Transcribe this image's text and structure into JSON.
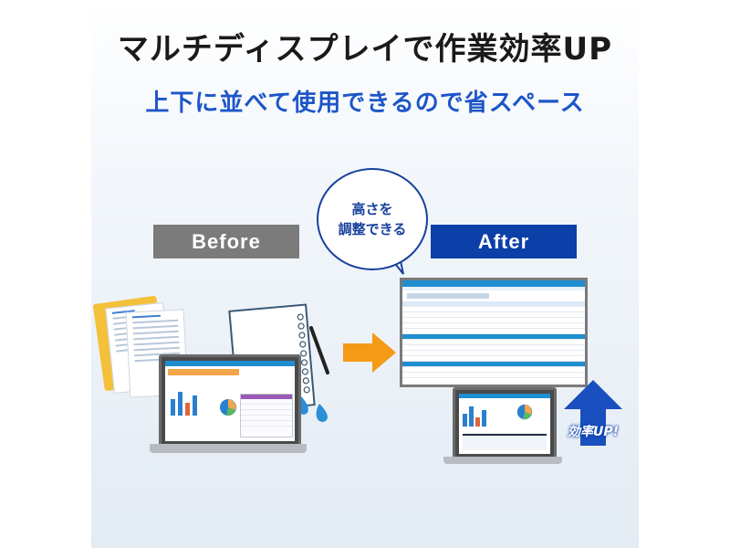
{
  "headline": "マルチディスプレイで作業効率UP",
  "subheadline": "上下に並べて使用できるので省スペース",
  "before_label": "Before",
  "after_label": "After",
  "bubble_line1": "高さを",
  "bubble_line2": "調整できる",
  "up_badge": "効率UP!",
  "colors": {
    "accent_blue": "#0d3fa8",
    "subtitle_blue": "#1e56c8",
    "before_gray": "#7b7b7b",
    "arrow_orange": "#f59a16",
    "sheet_header": "#1f8ecf"
  }
}
